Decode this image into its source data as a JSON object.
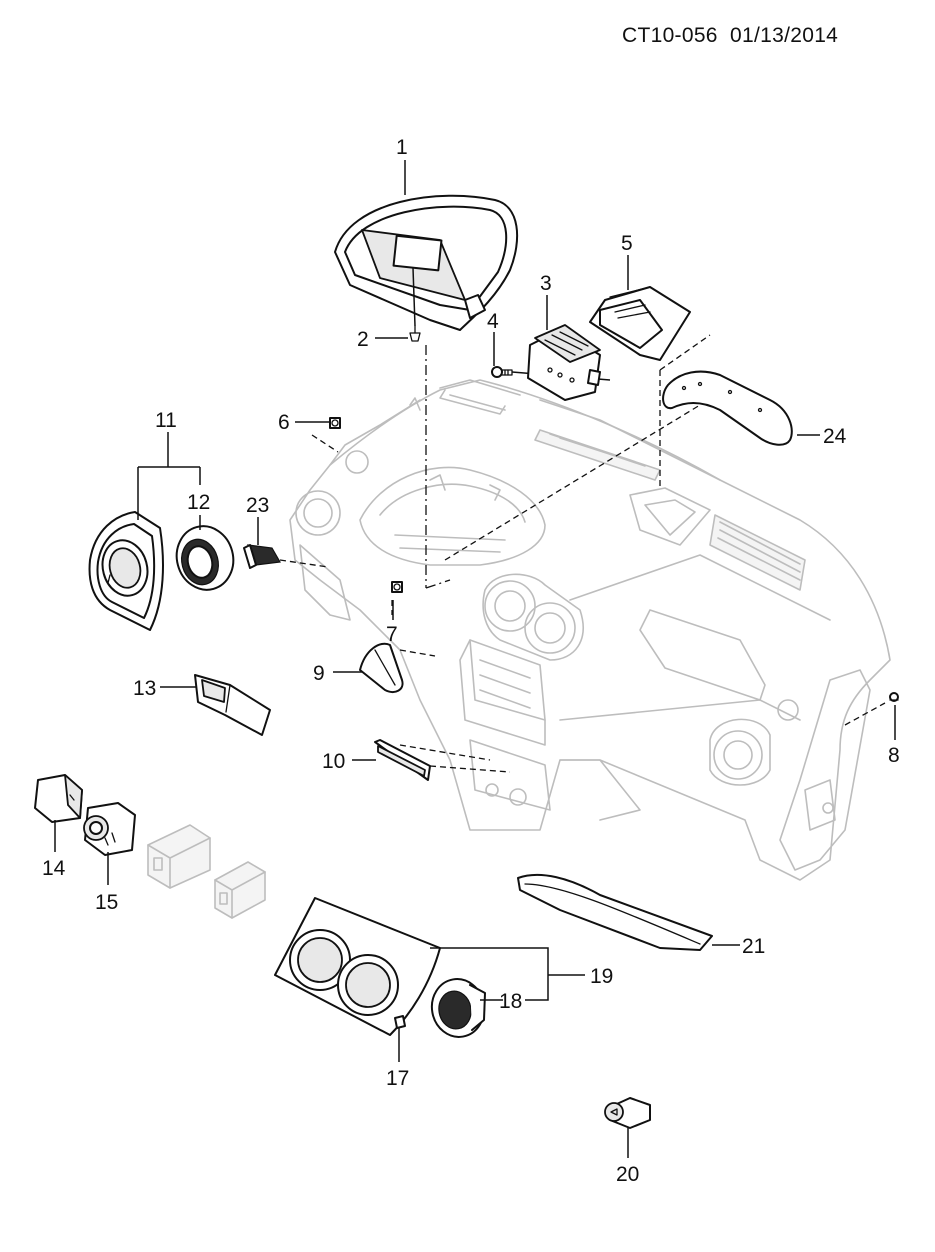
{
  "header": {
    "doc_id": "CT10-056  01/13/2014"
  },
  "callouts": [
    "1",
    "2",
    "3",
    "4",
    "5",
    "6",
    "7",
    "8",
    "9",
    "10",
    "11",
    "12",
    "13",
    "14",
    "15",
    "17",
    "18",
    "19",
    "20",
    "21",
    "23",
    "24"
  ]
}
